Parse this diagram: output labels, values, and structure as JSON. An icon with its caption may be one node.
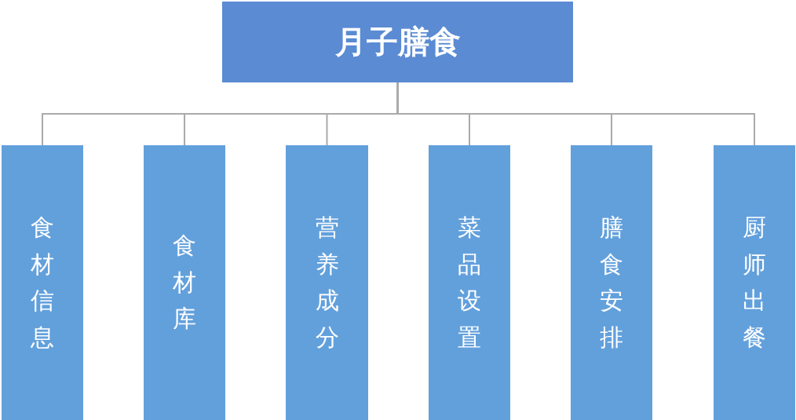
{
  "diagram": {
    "nodes": [
      {
        "text": [
          "月子膳食"
        ]
      },
      {
        "text": [
          "食材信息"
        ]
      },
      {
        "text": [
          "食材库"
        ]
      },
      {
        "text": [
          "营养成分"
        ]
      },
      {
        "text": [
          "菜品设置"
        ]
      },
      {
        "text": [
          "膳食安排"
        ]
      },
      {
        "text": [
          "厨师出餐"
        ]
      }
    ],
    "edges": [
      {
        "from": 0,
        "to": 1,
        "arrow": "none"
      },
      {
        "from": 0,
        "to": 2,
        "arrow": "none"
      },
      {
        "from": 0,
        "to": 3,
        "arrow": "none"
      },
      {
        "from": 0,
        "to": 4,
        "arrow": "none"
      },
      {
        "from": 0,
        "to": 5,
        "arrow": "none"
      },
      {
        "from": 0,
        "to": 6,
        "arrow": "none"
      }
    ]
  }
}
